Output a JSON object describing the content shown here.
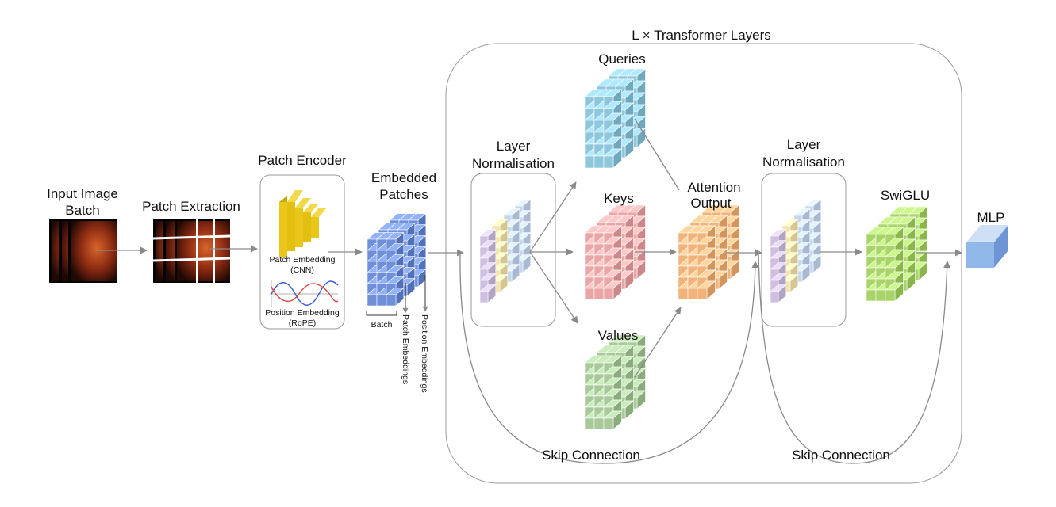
{
  "title": "L × Transformer Layers",
  "labels": {
    "input_image_batch_1": "Input Image",
    "input_image_batch_2": "Batch",
    "patch_extraction": "Patch Extraction",
    "patch_encoder": "Patch Encoder",
    "patch_embedding_1": "Patch Embedding",
    "patch_embedding_2": "(CNN)",
    "position_embedding_1": "Position Embedding",
    "position_embedding_2": "(RoPE)",
    "embedded_patches_1": "Embedded",
    "embedded_patches_2": "Patches",
    "batch": "Batch",
    "patch_embeddings": "Patch Embeddings",
    "position_embeddings": "Position Embeddings",
    "layer_norm_1a": "Layer",
    "layer_norm_1b": "Normalisation",
    "queries": "Queries",
    "keys": "Keys",
    "values": "Values",
    "attention_output_1": "Attention",
    "attention_output_2": "Output",
    "layer_norm_2a": "Layer",
    "layer_norm_2b": "Normalisation",
    "swiglu": "SwiGLU",
    "mlp": "MLP",
    "skip_connection_1": "Skip Connection",
    "skip_connection_2": "Skip Connection"
  },
  "colors": {
    "line": "#8a8a8a",
    "patch_encoder": "#e8c61a",
    "embedded": "#6f8fd8",
    "queries": "#8ec6dc",
    "keys": "#eaa6a6",
    "values": "#a8c99a",
    "attention": "#f2b37a",
    "swiglu": "#a9d46a",
    "mlp": "#8fb7e8",
    "norm_purple": "#cdbde0",
    "norm_yellow": "#f2e3a6",
    "norm_blue": "#c3d4ee",
    "retina": "#7a2412"
  }
}
